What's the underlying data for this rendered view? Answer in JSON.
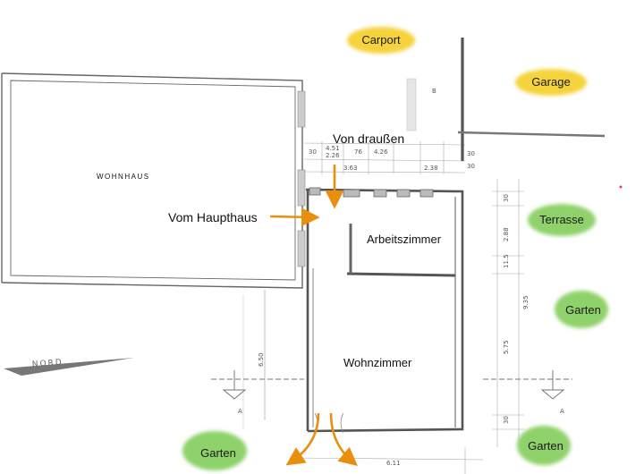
{
  "labels": {
    "wohnhaus": "WOHNHAUS",
    "nord": "NORD",
    "von_draussen": "Von draußen",
    "vom_haupthaus": "Vom Haupthaus",
    "arbeitszimmer": "Arbeitszimmer",
    "wohnzimmer": "Wohnzimmer"
  },
  "tags": {
    "carport": "Carport",
    "garage": "Garage",
    "terrasse": "Terrasse",
    "garten_right_upper": "Garten",
    "garten_right_lower": "Garten",
    "garten_left": "Garten"
  },
  "section_marks": {
    "left": "A",
    "right": "A",
    "top": "B"
  },
  "dimensions": {
    "top_1": "30",
    "top_2": "4.51",
    "top_3": "2.26",
    "top_4": "76",
    "top_5": "4.26",
    "top_6": "30",
    "row2_1": "3.63",
    "row2_2": "2.38",
    "row2_3": "30",
    "right_1": "30",
    "right_2": "2.88",
    "right_3": "11.5",
    "right_4": "9.35",
    "right_5": "5.75",
    "right_6": "30",
    "left_1": "6.50",
    "bottom_1": "6.11"
  },
  "colors": {
    "arrow": "#e8900e",
    "yellow_tag": "#f5d33a",
    "green_tag": "#8fd16a",
    "wall": "#5a5a5a"
  }
}
